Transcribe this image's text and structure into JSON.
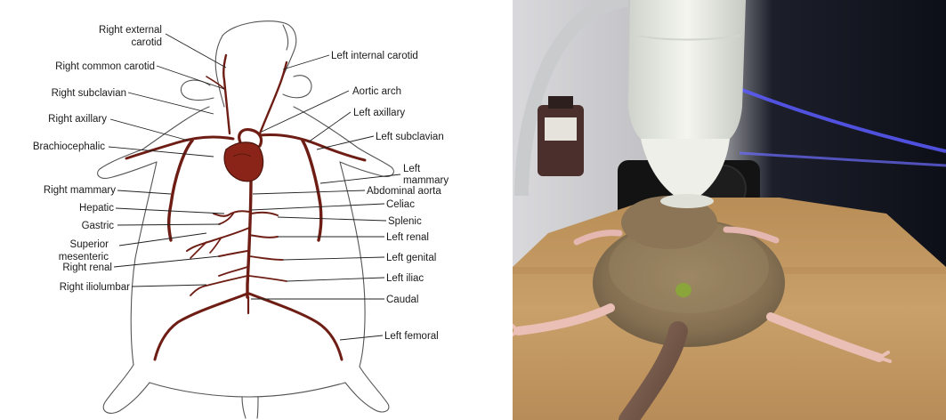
{
  "diagram": {
    "labels": {
      "right_external_carotid_1": "Right external",
      "right_external_carotid_2": "carotid",
      "right_common_carotid": "Right common carotid",
      "right_subclavian": "Right subclavian",
      "right_axillary": "Right axillary",
      "brachiocephalic": "Brachiocephalic",
      "right_mammary": "Right mammary",
      "hepatic": "Hepatic",
      "gastric": "Gastric",
      "superior_mesenteric_1": "Superior",
      "superior_mesenteric_2": "mesenteric",
      "right_renal": "Right renal",
      "right_iliolumbar": "Right iliolumbar",
      "left_internal_carotid": "Left internal carotid",
      "aortic_arch": "Aortic arch",
      "left_axillary": "Left axillary",
      "left_subclavian": "Left subclavian",
      "left_mammary_1": "Left",
      "left_mammary_2": "mammary",
      "abdominal_aorta": "Abdominal aorta",
      "celiac": "Celiac",
      "splenic": "Splenic",
      "left_renal": "Left renal",
      "left_genital": "Left genital",
      "left_iliac": "Left iliac",
      "caudal": "Caudal",
      "left_femoral": "Left femoral"
    }
  },
  "colors": {
    "vessel": "#6e1d14",
    "heart": "#8a2418",
    "outline": "#555555",
    "fur": "#8c7a5c",
    "board": "#c49a63"
  }
}
